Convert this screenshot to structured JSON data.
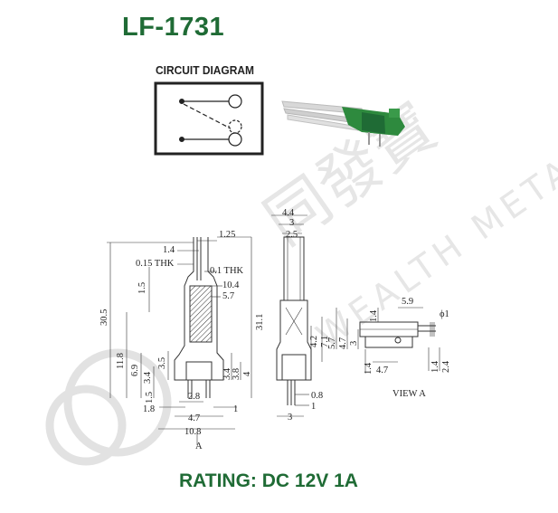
{
  "model": "LF-1731",
  "circuit_diagram_label": "CIRCUIT DIAGRAM",
  "rating": "RATING: DC 12V 1A",
  "watermark": {
    "chinese": "同發寶",
    "english": "WEALTH METAL"
  },
  "dimensions_front": {
    "d1_25": "1.25",
    "d1_4": "1.4",
    "d0_15thk": "0.15 THK",
    "d0_1thk": "0.1 THK",
    "d10_4": "10.4",
    "d5_7": "5.7",
    "d1_5": "1.5",
    "d30_5": "30.5",
    "d31_1": "31.1",
    "d11_8": "11.8",
    "d6_9": "6.9",
    "d3_4": "3.4",
    "d3_5": "3.5",
    "d1_5b": "1.5",
    "d2_8": "2.8",
    "d3_4b": "3.4",
    "d3_8": "3.8",
    "d4": "4",
    "d1_8": "1.8",
    "d1": "1",
    "d4_7": "4.7",
    "d10_8": "10.8",
    "section": "A"
  },
  "dimensions_side": {
    "d4_4": "4.4",
    "d3": "3",
    "d2_5": "2.5",
    "d4_2": "4.2",
    "d7_1": "7.1",
    "d0_8": "0.8",
    "d1": "1",
    "d3b": "3"
  },
  "dimensions_view_a": {
    "d5_9": "5.9",
    "d1_4": "1.4",
    "d5_7": "5.7",
    "d4_7": "4.7",
    "d3": "3",
    "phi1": "ϕ1",
    "d1_4b": "1.4",
    "d4_7b": "4.7",
    "d1_4c": "1.4",
    "d2_4": "2.4",
    "caption": "VIEW A"
  },
  "colors": {
    "brand_green": "#1f6b35",
    "product_green": "#2e8a3e",
    "line": "#333333",
    "watermark": "#dcdcdc"
  }
}
